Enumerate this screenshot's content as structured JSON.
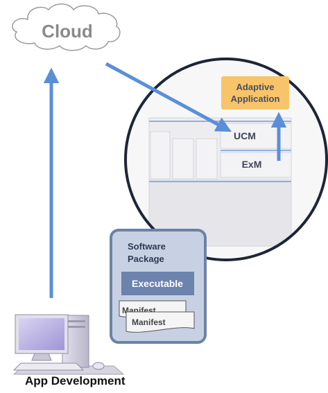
{
  "cloud": {
    "label": "Cloud"
  },
  "ecu": {
    "adaptive_application": {
      "line1": "Adaptive",
      "line2": "Application"
    },
    "ucm": "UCM",
    "exm": "ExM"
  },
  "software_package": {
    "title_line1": "Software",
    "title_line2": "Package",
    "executable": "Executable",
    "manifest_back": "Manifest",
    "manifest_front": "Manifest"
  },
  "app_development": {
    "label": "App Development"
  },
  "colors": {
    "arrow": "#5a8fd8",
    "adaptive_box": "#f7c46a",
    "package_fill": "#c7d1e3",
    "package_border": "#6c82a7",
    "executable_fill": "#6b83ad",
    "circle_border": "#1d2538",
    "cloud_text": "#8a8a8a"
  }
}
